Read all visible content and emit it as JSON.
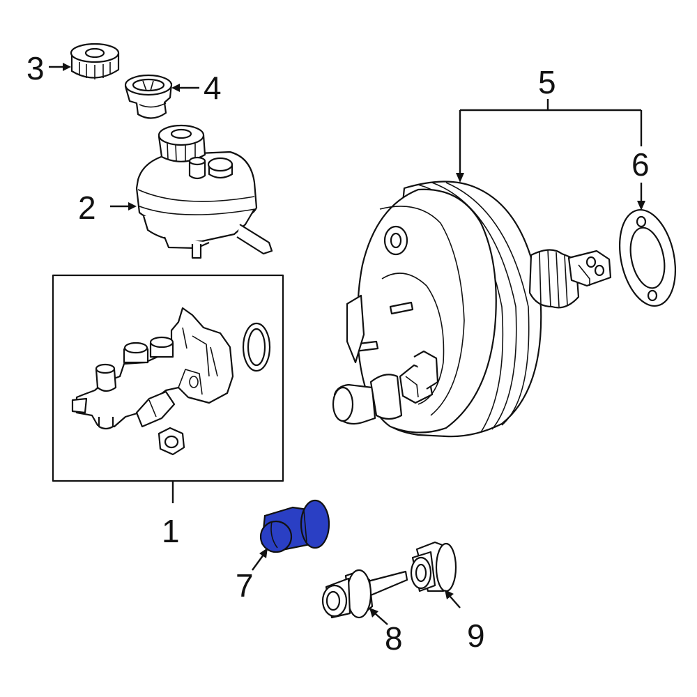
{
  "diagram": {
    "highlight_color": "#2a3fc4",
    "outline_color": "#111111",
    "background_color": "#ffffff",
    "highlighted_part": "7",
    "callouts": {
      "c1": "1",
      "c2": "2",
      "c3": "3",
      "c4": "4",
      "c5": "5",
      "c6": "6",
      "c7": "7",
      "c8": "8",
      "c9": "9"
    }
  }
}
